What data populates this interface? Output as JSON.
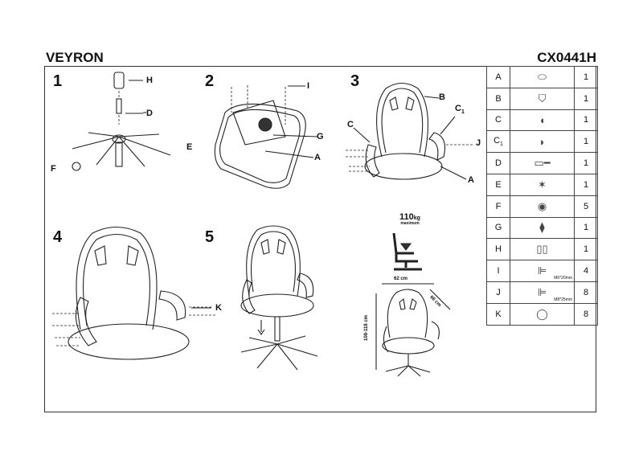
{
  "header": {
    "product_name": "VEYRON",
    "product_code": "CX0441H"
  },
  "steps": [
    {
      "number": "1",
      "labels": [
        "H",
        "D",
        "E",
        "F"
      ]
    },
    {
      "number": "2",
      "labels": [
        "I",
        "G",
        "A"
      ]
    },
    {
      "number": "3",
      "labels": [
        "B",
        "C1",
        "C",
        "J",
        "A"
      ]
    },
    {
      "number": "4",
      "labels": [
        "K"
      ]
    },
    {
      "number": "5",
      "labels": []
    }
  ],
  "max_load": {
    "value": "110",
    "unit": "kg",
    "note": "maximum"
  },
  "dimensions": {
    "width": "62 cm",
    "depth": "66 cm",
    "height": "109-118 cm"
  },
  "parts": [
    {
      "letter": "A",
      "icon": "seat-icon",
      "qty": "1"
    },
    {
      "letter": "B",
      "icon": "backrest-icon",
      "qty": "1"
    },
    {
      "letter": "C",
      "icon": "armrest-left-icon",
      "qty": "1"
    },
    {
      "letter": "C1",
      "icon": "armrest-right-icon",
      "qty": "1"
    },
    {
      "letter": "D",
      "icon": "gas-lift-icon",
      "qty": "1"
    },
    {
      "letter": "E",
      "icon": "base-icon",
      "qty": "1"
    },
    {
      "letter": "F",
      "icon": "caster-icon",
      "qty": "5"
    },
    {
      "letter": "G",
      "icon": "mechanism-icon",
      "qty": "1"
    },
    {
      "letter": "H",
      "icon": "lift-cover-icon",
      "qty": "1"
    },
    {
      "letter": "I",
      "icon": "bolt-icon",
      "qty": "4",
      "spec": "M6*20mm"
    },
    {
      "letter": "J",
      "icon": "bolt-icon",
      "qty": "8",
      "spec": "M8*25mm"
    },
    {
      "letter": "K",
      "icon": "cap-icon",
      "qty": "8"
    }
  ]
}
